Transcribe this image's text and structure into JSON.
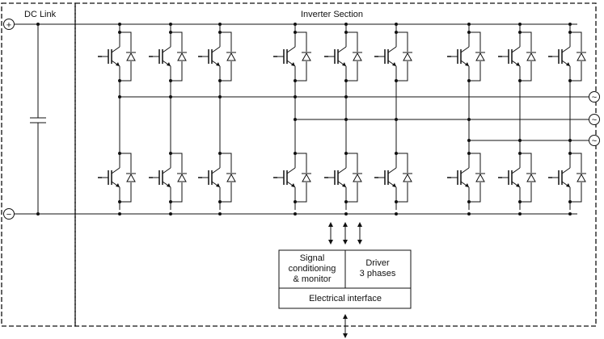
{
  "labels": {
    "dc_link": "DC Link",
    "inverter_section": "Inverter Section",
    "signal_conditioning": [
      "Signal",
      "conditioning",
      "& monitor"
    ],
    "driver": [
      "Driver",
      "3 phases"
    ],
    "electrical_interface": "Electrical interface",
    "plus_terminal": "+",
    "minus_terminal": "−",
    "ac_symbol": "~"
  },
  "switch_columns": 9,
  "phase_outputs": 3,
  "colors": {
    "line": "#111111",
    "background": "#ffffff"
  }
}
